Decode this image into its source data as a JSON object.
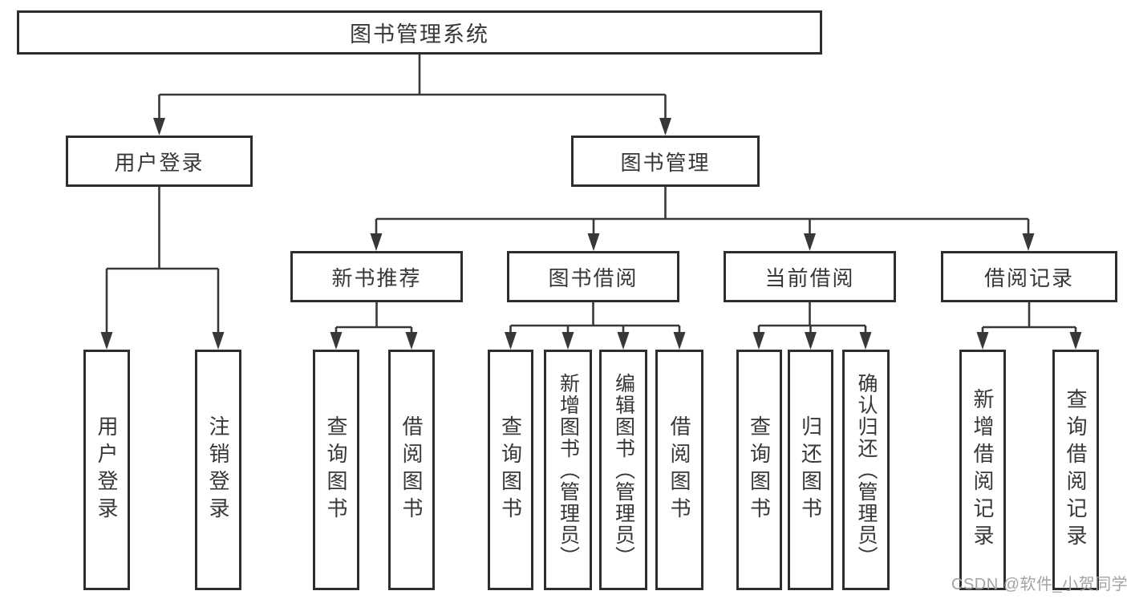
{
  "tree": {
    "root": {
      "label": "图书管理系统"
    },
    "branches": [
      {
        "label": "用户登录",
        "children": [
          {
            "label": "用户登录"
          },
          {
            "label": "注销登录"
          }
        ]
      },
      {
        "label": "图书管理",
        "children": [
          {
            "label": "新书推荐",
            "children": [
              {
                "label": "查询图书"
              },
              {
                "label": "借阅图书"
              }
            ]
          },
          {
            "label": "图书借阅",
            "children": [
              {
                "label": "查询图书"
              },
              {
                "label": "新增图书（管理员）"
              },
              {
                "label": "编辑图书（管理员）"
              },
              {
                "label": "借阅图书"
              }
            ]
          },
          {
            "label": "当前借阅",
            "children": [
              {
                "label": "查询图书"
              },
              {
                "label": "归还图书"
              },
              {
                "label": "确认归还（管理员）"
              }
            ]
          },
          {
            "label": "借阅记录",
            "children": [
              {
                "label": "新增借阅记录"
              },
              {
                "label": "查询借阅记录"
              }
            ]
          }
        ]
      }
    ]
  },
  "watermark": {
    "text": "CSDN @软件_小贺同学"
  },
  "colors": {
    "line": "#383838",
    "box_border": "#2e2e2e",
    "text": "#373737",
    "watermark": "#9e9e9e",
    "background": "#ffffff"
  }
}
